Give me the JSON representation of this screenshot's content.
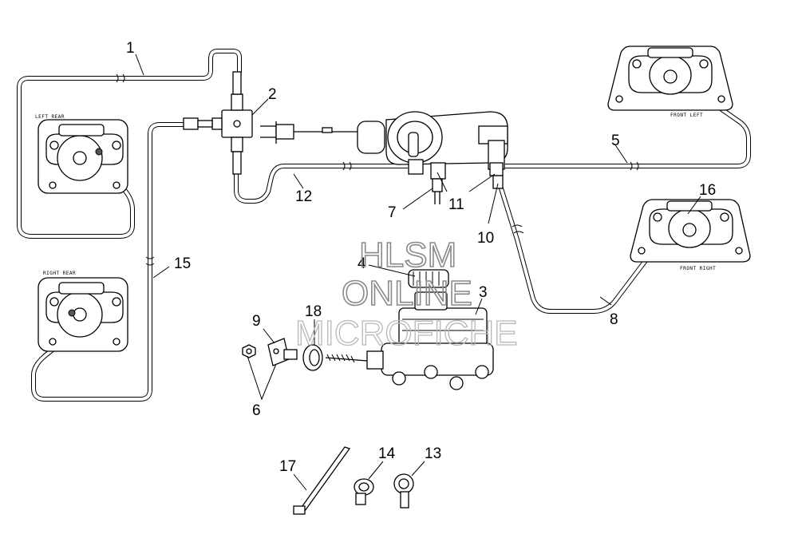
{
  "callouts": {
    "c1": "1",
    "c2": "2",
    "c3": "3",
    "c4": "4",
    "c5": "5",
    "c6": "6",
    "c7": "7",
    "c8": "8",
    "c9": "9",
    "c10": "10",
    "c11": "11",
    "c12": "12",
    "c13": "13",
    "c14": "14",
    "c15": "15",
    "c16": "16",
    "c17": "17",
    "c18": "18"
  },
  "caliper_labels": {
    "left_rear": "LEFT REAR",
    "right_rear": "RIGHT REAR",
    "front_left": "FRONT LEFT",
    "front_right": "FRONT RIGHT"
  },
  "watermark": {
    "line1": "HLSM",
    "line2": "ONLINE",
    "line3": "MICROFICHE"
  }
}
